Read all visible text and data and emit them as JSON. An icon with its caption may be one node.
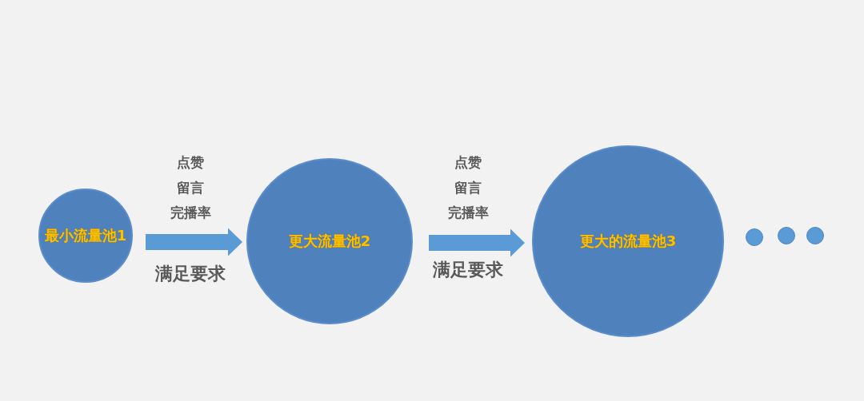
{
  "diagram": {
    "nodes": [
      {
        "text": [
          "最小流量池1"
        ]
      },
      {
        "text": [
          "更大流量池2"
        ]
      },
      {
        "text": [
          "更大的流量池3"
        ]
      },
      {
        "text": [],
        "shape": "circle"
      },
      {
        "text": [],
        "shape": "circle"
      },
      {
        "text": [],
        "shape": "circle"
      }
    ],
    "edges": [
      {
        "from": 0,
        "to": 1,
        "arrow": "to",
        "label": "满足要求"
      },
      {
        "from": 1,
        "to": 2,
        "arrow": "to",
        "label": "满足要求"
      }
    ],
    "labels": [
      "点赞",
      "留言",
      "完播率",
      "点赞",
      "留言",
      "完播率"
    ]
  }
}
